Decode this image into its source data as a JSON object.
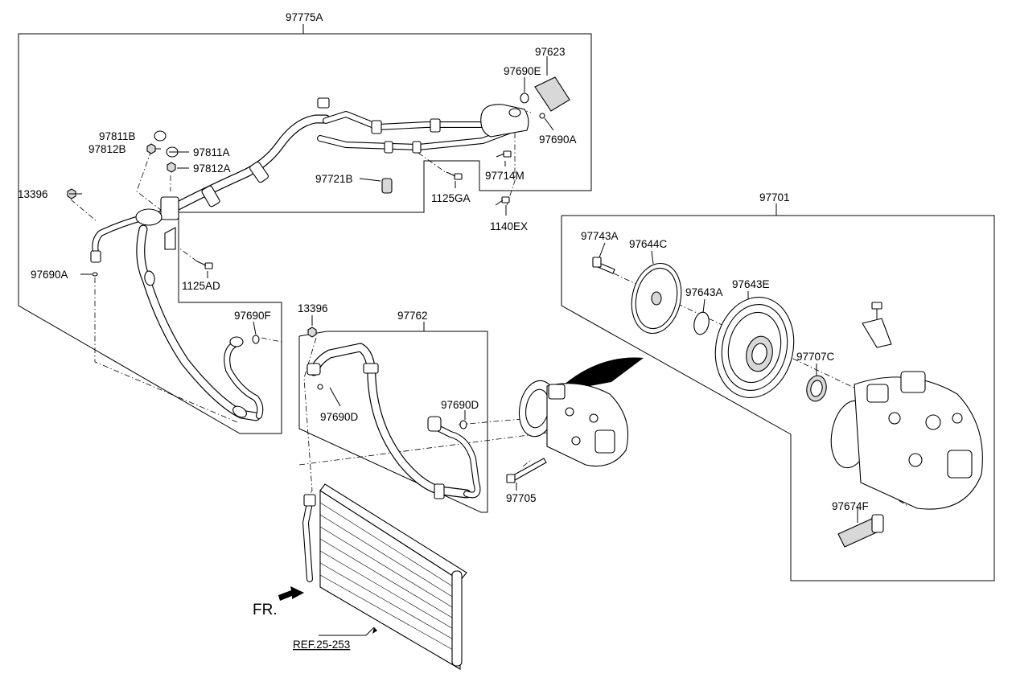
{
  "diagram": {
    "labels": {
      "97775A": "97775A",
      "97623": "97623",
      "97690E": "97690E",
      "97690A_top": "97690A",
      "97811B": "97811B",
      "97812B": "97812B",
      "97811A": "97811A",
      "97812A": "97812A",
      "97721B": "97721B",
      "97714M": "97714M",
      "1125GA": "1125GA",
      "1140EX": "1140EX",
      "13396_left": "13396",
      "97690A_left": "97690A",
      "1125AD": "1125AD",
      "97690F": "97690F",
      "13396_mid": "13396",
      "97762": "97762",
      "97690D_left": "97690D",
      "97690D_right": "97690D",
      "97705": "97705",
      "97701": "97701",
      "97743A": "97743A",
      "97644C": "97644C",
      "97643A": "97643A",
      "97643E": "97643E",
      "97707C": "97707C",
      "97674F": "97674F",
      "fr": "FR.",
      "ref": "REF.25-253"
    }
  }
}
